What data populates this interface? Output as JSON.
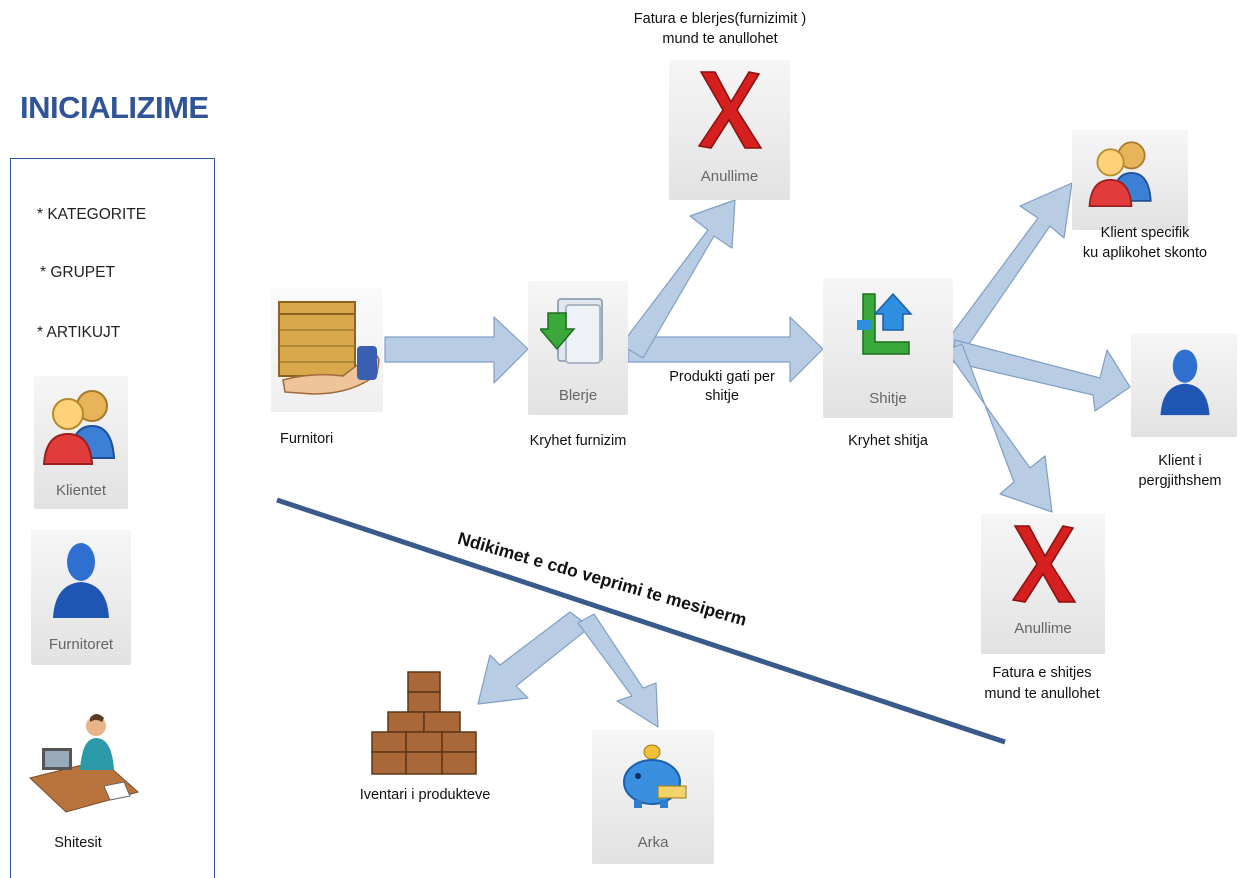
{
  "title": "INICIALIZIME",
  "sidebar": {
    "items": [
      "*  KATEGORITE",
      "* GRUPET",
      "* ARTIKUJT"
    ],
    "tiles": {
      "clients": "Klientet",
      "suppliers": "Furnitoret",
      "sellers": "Shitesit"
    }
  },
  "nodes": {
    "supplier": {
      "label": "Furnitori"
    },
    "purchase": {
      "tile": "Blerje",
      "label": "Kryhet furnizim"
    },
    "purchase_cancel": {
      "tile": "Anullime",
      "label_line1": "Fatura e blerjes(furnizimit )",
      "label_line2": "mund te anullohet"
    },
    "sale": {
      "tile": "Shitje",
      "label": "Kryhet shitja"
    },
    "specific_client": {
      "label_line1": "Klient specifik",
      "label_line2": "ku aplikohet skonto"
    },
    "general_client": {
      "label_line1": "Klient i",
      "label_line2": "pergjithshem"
    },
    "sale_cancel": {
      "tile": "Anullime",
      "label_line1": "Fatura e shitjes",
      "label_line2": "mund te anullohet"
    },
    "inventory": {
      "label": "Iventari i produkteve"
    },
    "cash": {
      "tile": "Arka"
    }
  },
  "edges": {
    "ready_line1": "Produkti gati per",
    "ready_line2": "shitje"
  },
  "impact_text": "Ndikimet e cdo veprimi te mesiperm",
  "colors": {
    "accent": "#2f5597",
    "arrow_fill": "#b8cce4",
    "arrow_stroke": "#7f9fc6",
    "divider": "#3a5a8c",
    "cancel_red": "#d61f1f"
  },
  "icons": {
    "cancel": "red-x-icon",
    "supplier": "crate-hand-icon",
    "purchase": "download-folder-icon",
    "sale": "upload-arrows-icon",
    "clients": "users-icon",
    "person": "person-silhouette-icon",
    "seller": "person-at-desk-icon",
    "inventory": "stacked-boxes-icon",
    "cash": "piggy-bank-icon"
  }
}
